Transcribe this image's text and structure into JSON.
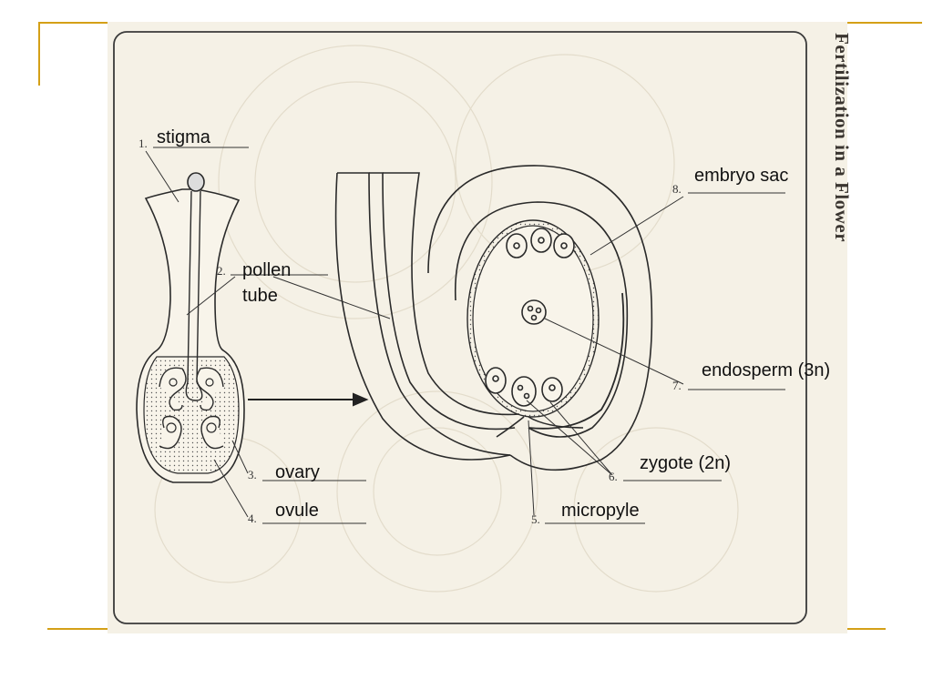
{
  "title": "Fertilization in a Flower",
  "labels": {
    "stigma": "stigma",
    "pollen_tube_line1": "pollen",
    "pollen_tube_line2": "tube",
    "ovary": "ovary",
    "ovule": "ovule",
    "micropyle": "micropyle",
    "zygote": "zygote (2n)",
    "endosperm": "endosperm (3n)",
    "embryo_sac": "embryo sac"
  },
  "numbers": {
    "n1": "1.",
    "n2": "2.",
    "n3": "3.",
    "n4": "4.",
    "n5": "5.",
    "n6": "6.",
    "n7": "7.",
    "n8": "8."
  },
  "colors": {
    "frame_accent": "#d4a017",
    "paper": "#f5f1e6",
    "ink": "#2a2a2a"
  }
}
